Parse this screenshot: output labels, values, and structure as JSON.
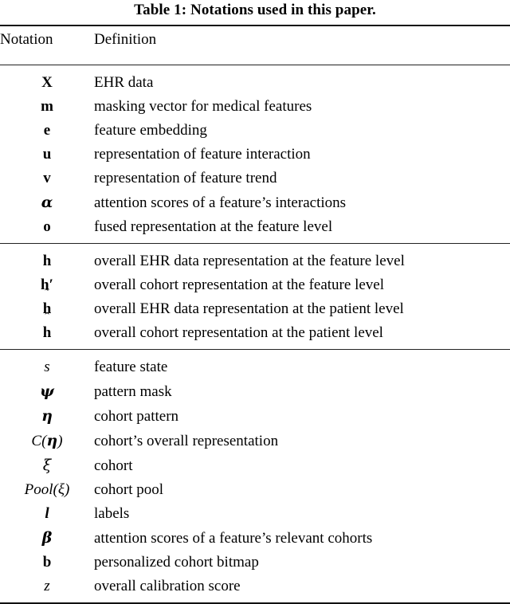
{
  "caption": "Table 1: Notations used in this paper.",
  "table": {
    "headers": {
      "notation": "Notation",
      "definition": "Definition"
    },
    "sections": [
      {
        "id": "feature-level-symbols",
        "rows": [
          {
            "notation": "X",
            "style": "bold",
            "definition": "EHR data"
          },
          {
            "notation": "m",
            "style": "bold",
            "definition": "masking vector for medical features"
          },
          {
            "notation": "e",
            "style": "bold",
            "definition": "feature embedding"
          },
          {
            "notation": "u",
            "style": "bold",
            "definition": "representation of feature interaction"
          },
          {
            "notation": "v",
            "style": "bold",
            "definition": "representation of feature trend"
          },
          {
            "notation": "α",
            "style": "greek-bold",
            "definition": "attention scores of a feature’s interactions"
          },
          {
            "notation": "o",
            "style": "bold",
            "definition": "fused representation at the feature level"
          }
        ]
      },
      {
        "id": "representation-symbols",
        "rows": [
          {
            "notation": "h",
            "style": "bold",
            "definition": "overall EHR data representation at the feature level"
          },
          {
            "notation": "h′",
            "style": "bold",
            "definition": "overall cohort representation at the feature level"
          },
          {
            "notation": "h",
            "style": "bold-tilde",
            "definition": "overall EHR data representation at the patient level"
          },
          {
            "notation": "h",
            "style": "bold-hat",
            "definition": "overall cohort representation at the patient level"
          }
        ]
      },
      {
        "id": "cohort-symbols",
        "rows": [
          {
            "notation": "s",
            "style": "italic",
            "definition": "feature state"
          },
          {
            "notation": "ψ",
            "style": "greek-bold",
            "definition": "pattern mask"
          },
          {
            "notation": "η",
            "style": "greek-bold",
            "definition": "cohort pattern"
          },
          {
            "notation": "C(η)",
            "style": "func-eta",
            "definition": "cohort’s overall representation"
          },
          {
            "notation": "ξ",
            "style": "greek-ital",
            "definition": "cohort"
          },
          {
            "notation": "Pool(ξ)",
            "style": "func-xi",
            "definition": "cohort pool"
          },
          {
            "notation": "l",
            "style": "bold-italic",
            "definition": "labels"
          },
          {
            "notation": "β",
            "style": "greek-bold",
            "definition": "attention scores of a feature’s relevant cohorts"
          },
          {
            "notation": "b",
            "style": "bold",
            "definition": "personalized cohort bitmap"
          },
          {
            "notation": "z",
            "style": "italic",
            "definition": "overall calibration score"
          }
        ]
      }
    ]
  },
  "colors": {
    "text": "#000000",
    "rule": "#111111",
    "background": "#ffffff"
  }
}
